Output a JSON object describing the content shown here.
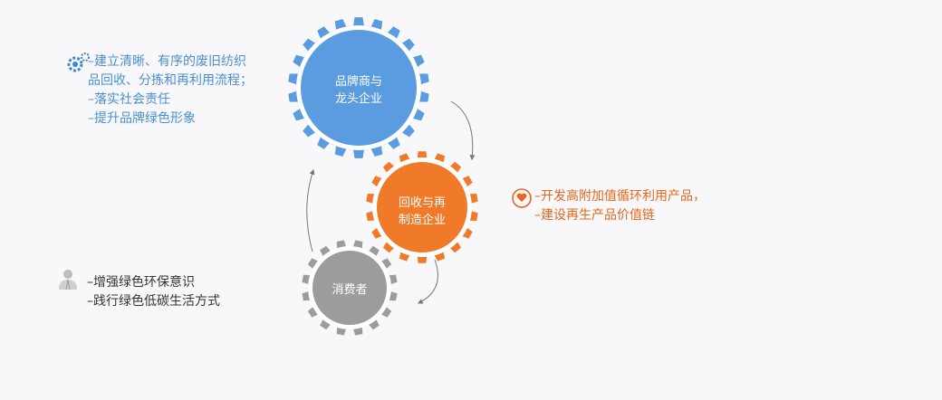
{
  "diagram": {
    "gears": [
      {
        "id": "brand",
        "lines": [
          "品牌商与",
          "龙头企业"
        ],
        "color": "#5b9be0"
      },
      {
        "id": "recycle",
        "lines": [
          "回收与再",
          "制造企业"
        ],
        "color": "#f07a2a"
      },
      {
        "id": "consumer",
        "lines": [
          "消费者"
        ],
        "color": "#9c9c9c"
      }
    ],
    "notes": {
      "brand": [
        "–建立清晰、有序的废旧纺织",
        "品回收、分拣和再利用流程；",
        "–落实社会责任",
        "–提升品牌绿色形象"
      ],
      "recycle": [
        "–开发高附加值循环利用产品，",
        "–建设再生产品价值链"
      ],
      "consumer": [
        "–增强绿色环保意识",
        "–践行绿色低碳生活方式"
      ]
    },
    "icons": {
      "brand": "gears-icon",
      "recycle": "heart-in-hand-icon",
      "consumer": "person-icon"
    }
  }
}
